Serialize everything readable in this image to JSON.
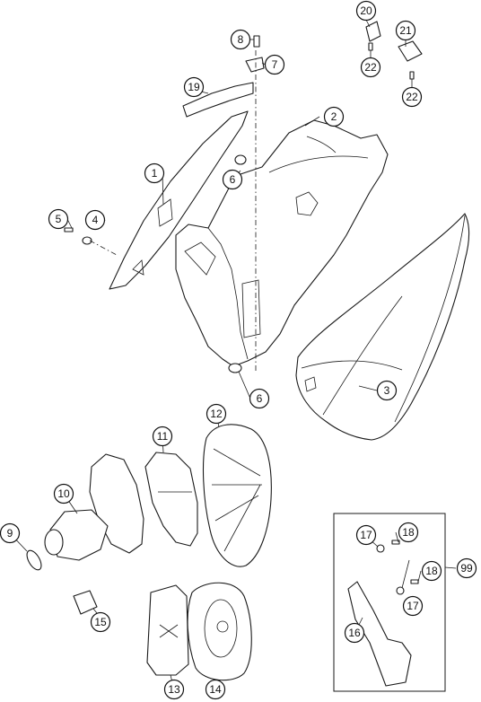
{
  "callouts": {
    "c1": "1",
    "c2": "2",
    "c3": "3",
    "c4": "4",
    "c5": "5",
    "c6a": "6",
    "c6b": "6",
    "c7": "7",
    "c8": "8",
    "c9": "9",
    "c10": "10",
    "c11": "11",
    "c12": "12",
    "c13": "13",
    "c14": "14",
    "c15": "15",
    "c16": "16",
    "c17a": "17",
    "c17b": "17",
    "c18a": "18",
    "c18b": "18",
    "c19": "19",
    "c20": "20",
    "c21": "21",
    "c22a": "22",
    "c22b": "22",
    "c99": "99"
  },
  "colors": {
    "line": "#1a1a1a",
    "background": "#ffffff"
  }
}
